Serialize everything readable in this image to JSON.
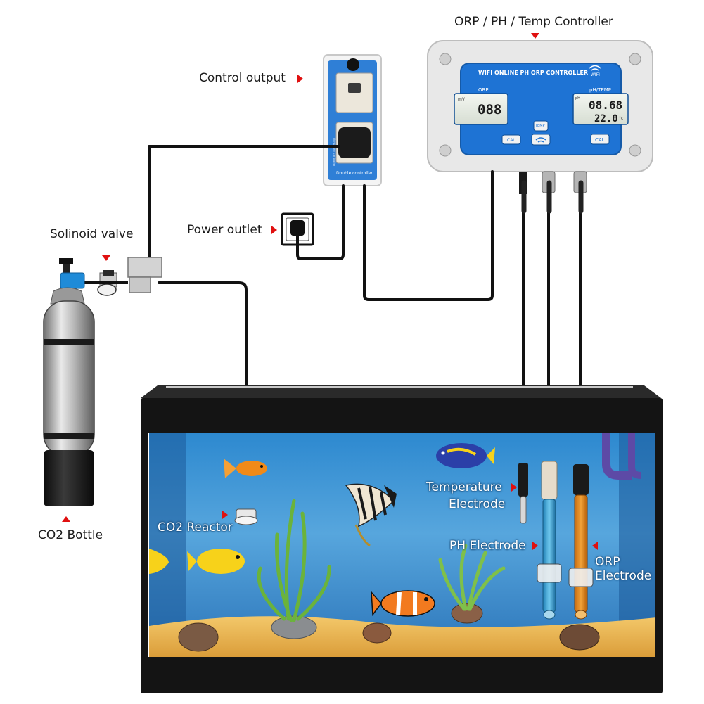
{
  "labels": {
    "controller": "ORP / PH / Temp Controller",
    "control_output": "Control output",
    "power_outlet": "Power outlet",
    "solenoid_valve": "Solinoid valve",
    "co2_bottle": "CO2 Bottle",
    "co2_reactor": "CO2 Reactor",
    "temperature_electrode_line1": "Temperature",
    "temperature_electrode_line2": "Electrode",
    "ph_electrode": "PH Electrode",
    "orp_electrode_line1": "ORP",
    "orp_electrode_line2": "Electrode"
  },
  "controller_panel": {
    "header": "WIFI ONLINE PH ORP CONTROLLER",
    "wifi_text": "WIFI",
    "orp_label": "ORP",
    "orp_unit": "mV",
    "orp_value": "088",
    "ph_label": "pH/TEMP",
    "ph_unit": "pH",
    "ph_value": "08.68",
    "temp_value": "22.0",
    "temp_unit": "°c",
    "cal_left": "CAL",
    "temp_button": "TEMP",
    "cal_right": "CAL"
  },
  "power_strip": {
    "footer_text": "Double controller",
    "side_text": "the power controller"
  },
  "colors": {
    "arrow": "#e01010",
    "controller_face": "#1e73d4",
    "water": "#3d8fd1",
    "sand": "#e8b755",
    "frame": "#141414",
    "cable": "#111111"
  }
}
